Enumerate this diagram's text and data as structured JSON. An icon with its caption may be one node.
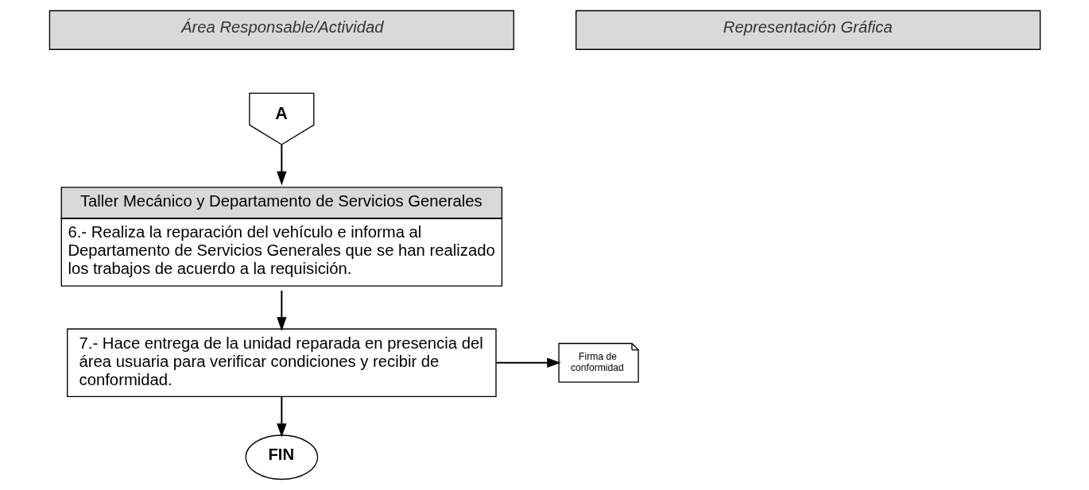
{
  "diagram": {
    "nodes": [
      {
        "text": [
          "Área Responsable/Actividad"
        ]
      },
      {
        "text": [
          "Representación Gráfica"
        ]
      },
      {
        "text": [
          "A"
        ]
      },
      {
        "text": [
          "Taller Mecánico y Departamento de Servicios Generales",
          "6.- Realiza la reparación del vehículo e informa al Departamento de Servicios Generales que se han realizado los trabajos de acuerdo a la requisición."
        ]
      },
      {
        "text": [
          "7.- Hace entrega de la unidad reparada en presencia del área usuaria para verificar condiciones y recibir de conformidad."
        ]
      },
      {
        "text": [
          "Firma de conformidad"
        ]
      },
      {
        "text": [
          "FIN"
        ]
      }
    ],
    "edges": [
      {
        "from": 2,
        "to": 3,
        "arrow": "to"
      },
      {
        "from": 3,
        "to": 4,
        "arrow": "to"
      },
      {
        "from": 4,
        "to": 5,
        "arrow": "to"
      },
      {
        "from": 4,
        "to": 6,
        "arrow": "to"
      }
    ]
  }
}
